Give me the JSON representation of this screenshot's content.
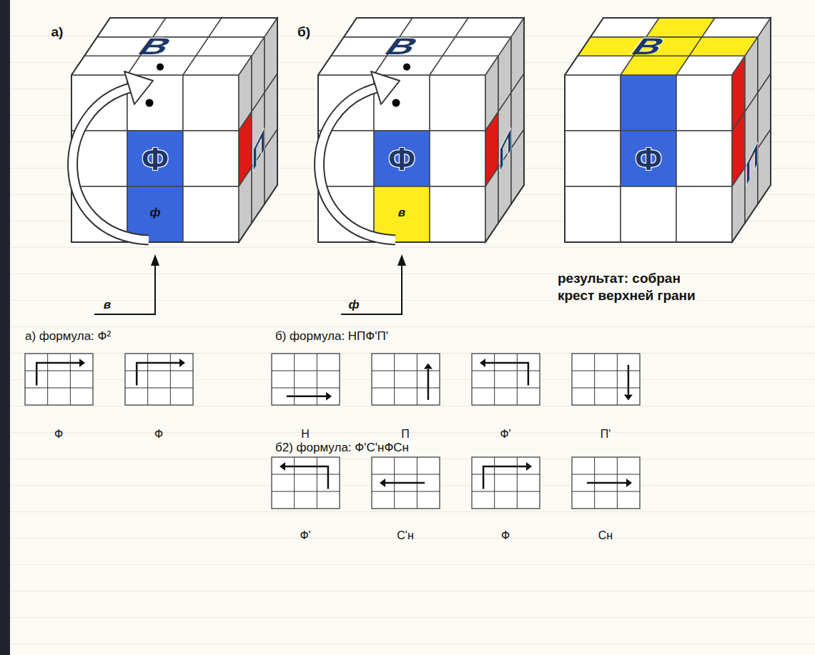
{
  "diagram": {
    "labels": [
      "а)",
      "В",
      "Ф",
      "П",
      "ф",
      "б)",
      "В",
      "Ф",
      "П",
      "в",
      "В",
      "Ф",
      "П",
      "в",
      "ф",
      "результат: собран крест верхней грани",
      "а) формула: Ф²",
      "б) формула: НПФ'П'",
      "Ф",
      "Ф",
      "Н",
      "П",
      "Ф'",
      "П'",
      "б2) формула: Ф'С'нФСн",
      "Ф'",
      "С'н",
      "Ф",
      "Сн"
    ]
  }
}
